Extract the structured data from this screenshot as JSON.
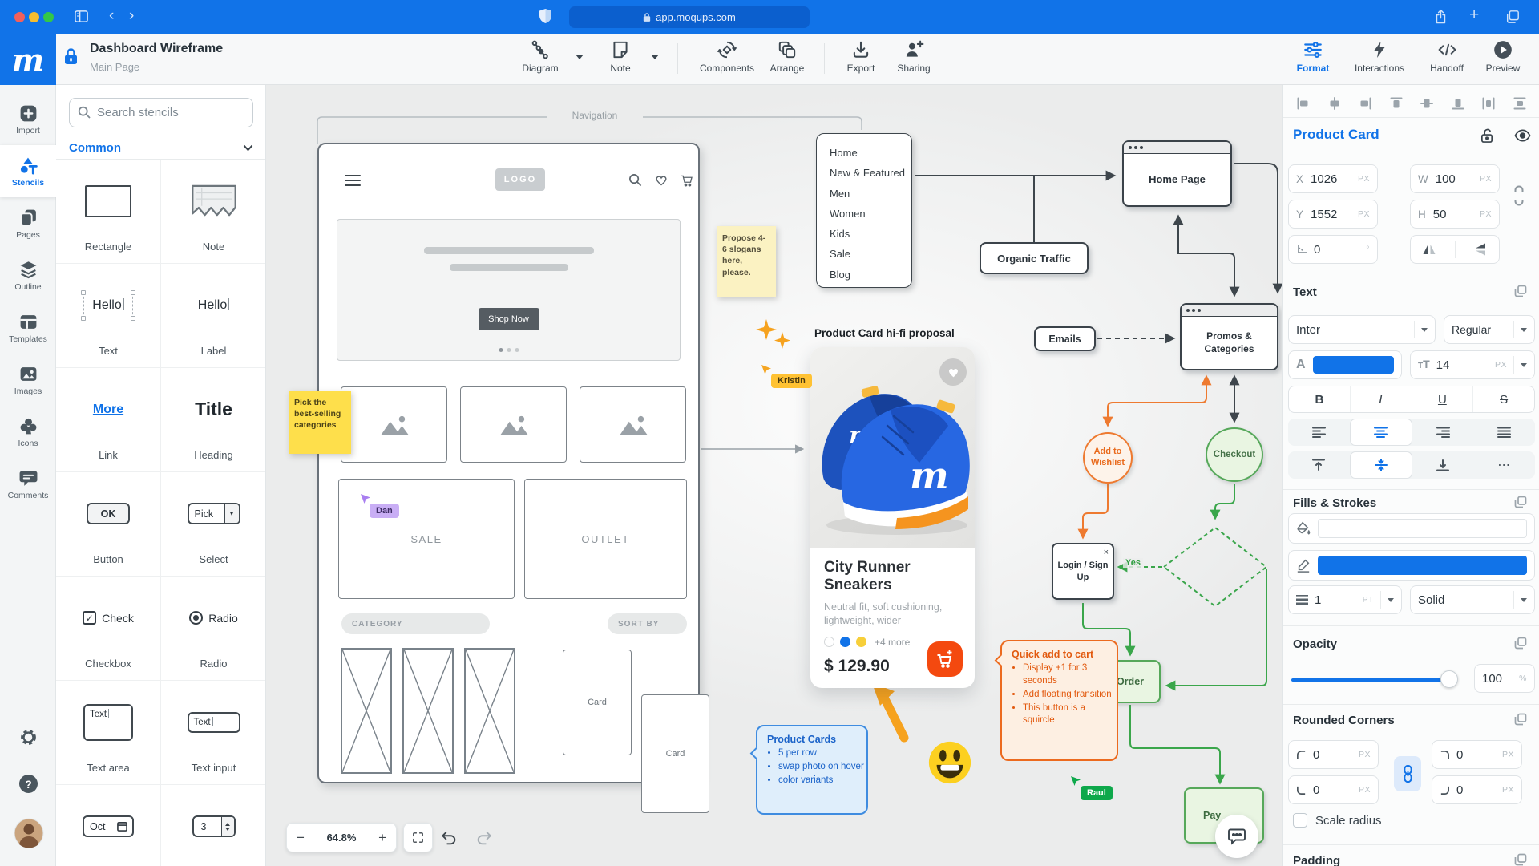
{
  "browser": {
    "url": "app.moqups.com"
  },
  "glyphs": {
    "back": "‹",
    "forward": "›",
    "plus": "+",
    "minus": "−",
    "close": "×",
    "question": "?",
    "more_h": "⋯",
    "select_caret": "▾"
  },
  "header": {
    "logo_letter": "m",
    "title": "Dashboard Wireframe",
    "subtitle": "Main Page",
    "tools": [
      {
        "label": "Diagram"
      },
      {
        "label": "Note"
      },
      {
        "label": "Components"
      },
      {
        "label": "Arrange"
      },
      {
        "label": "Export"
      },
      {
        "label": "Sharing"
      }
    ],
    "modes": [
      {
        "label": "Format"
      },
      {
        "label": "Interactions"
      },
      {
        "label": "Handoff"
      },
      {
        "label": "Preview"
      }
    ]
  },
  "rail": {
    "items": [
      {
        "label": "Import"
      },
      {
        "label": "Stencils"
      },
      {
        "label": "Pages"
      },
      {
        "label": "Outline"
      },
      {
        "label": "Templates"
      },
      {
        "label": "Images"
      },
      {
        "label": "Icons"
      },
      {
        "label": "Comments"
      }
    ]
  },
  "stencils": {
    "search_placeholder": "Search stencils",
    "section": "Common",
    "previews": {
      "text": "Hello",
      "label": "Hello",
      "link": "More",
      "heading": "Title",
      "button": "OK",
      "select": "Pick",
      "checkbox": "Check",
      "radio": "Radio",
      "textarea": "Text",
      "textinput": "Text",
      "date": "Oct",
      "stepper": "3"
    },
    "labels": {
      "rectangle": "Rectangle",
      "note": "Note",
      "text": "Text",
      "label": "Label",
      "link": "Link",
      "heading": "Heading",
      "button": "Button",
      "select": "Select",
      "checkbox": "Checkbox",
      "radio": "Radio",
      "textarea": "Text area",
      "textinput": "Text input"
    }
  },
  "canvas": {
    "nav_label": "Navigation",
    "wireframe": {
      "logo": "LOGO",
      "shop_now": "Shop Now",
      "sale": "SALE",
      "outlet": "OUTLET",
      "category": "CATEGORY",
      "sort_by": "SORT BY",
      "card": "Card",
      "card2": "Card"
    },
    "menu": [
      "Home",
      "New & Featured",
      "Men",
      "Women",
      "Kids",
      "Sale",
      "Blog"
    ],
    "sticky_slogans": "Propose 4-6 slogans here, please.",
    "sticky_categories": "Pick the best-selling categories",
    "pins": {
      "dan": "Dan",
      "kristin": "Kristin",
      "raul": "Raul"
    },
    "product_card": {
      "heading": "Product Card hi-fi proposal",
      "title": "City Runner Sneakers",
      "description": "Neutral fit, soft cushioning, lightweight, wider",
      "more_colors": "+4 more",
      "price": "$ 129.90"
    },
    "note_product_cards": {
      "title": "Product Cards",
      "bullets": [
        "5 per row",
        "swap photo on hover",
        "color variants"
      ]
    },
    "note_quick_add": {
      "title": "Quick add to cart",
      "bullets": [
        "Display +1 for 3 seconds",
        "Add floating transition",
        "This button is a squircle"
      ]
    },
    "flow": {
      "home_page": "Home Page",
      "organic_traffic": "Organic Traffic",
      "emails": "Emails",
      "promos": "Promos & Categories",
      "wishlist": "Add to Wishlist",
      "checkout": "Checkout",
      "login": "Login / Sign Up",
      "order": "Order",
      "pay": "Pay",
      "yes": "Yes"
    },
    "zoom_level": "64.8%"
  },
  "inspector": {
    "title": "Product Card",
    "position": {
      "x_label": "X",
      "y_label": "Y",
      "w_label": "W",
      "h_label": "H",
      "x": "1026",
      "y": "1552",
      "w": "100",
      "h": "50",
      "rotation": "0",
      "unit": "PX",
      "degree": "°"
    },
    "text": {
      "header": "Text",
      "font": "Inter",
      "weight": "Regular",
      "color_label": "A",
      "size": "14",
      "unit": "PX",
      "styles": [
        "B",
        "I",
        "U",
        "S"
      ]
    },
    "fills": {
      "header": "Fills & Strokes",
      "stroke_width": "1",
      "stroke_unit": "PT",
      "stroke_style": "Solid"
    },
    "opacity": {
      "header": "Opacity",
      "value": "100",
      "unit": "%"
    },
    "corners": {
      "header": "Rounded Corners",
      "tl": "0",
      "tr": "0",
      "bl": "0",
      "br": "0",
      "unit": "PX",
      "scale_label": "Scale radius"
    },
    "padding": {
      "header": "Padding"
    },
    "accent": "#1173e8"
  }
}
